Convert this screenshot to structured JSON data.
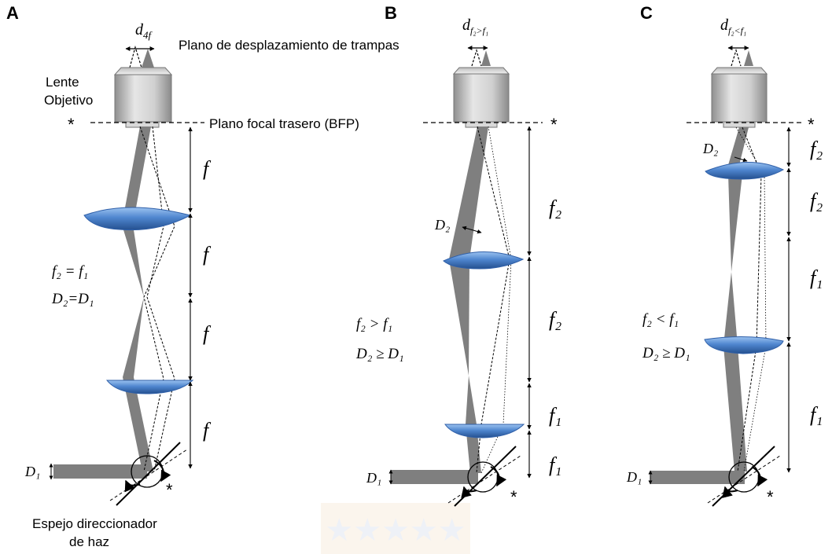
{
  "panels": [
    {
      "letter": "A",
      "top_label": "d",
      "top_sub": "4f",
      "note_top": "Plano de desplazamiento de trampas",
      "objective_label_1": "Lente",
      "objective_label_2": "Objetivo",
      "bfp_label": "Plano focal  trasero (BFP)",
      "star": "*",
      "eq_1": "f₂ = f₁",
      "eq_2": "D₂=D₁",
      "dims": [
        "f",
        "f",
        "f",
        "f"
      ],
      "d1": "D₁",
      "mirror_label_1": "Espejo direccionador",
      "mirror_label_2": "de haz"
    },
    {
      "letter": "B",
      "top_label": "d",
      "top_sub": "f₂>f₁",
      "star": "*",
      "d2": "D₂",
      "eq_1": "f₂ > f₁",
      "eq_2": "D₂ ≥ D₁",
      "dims": [
        "f₂",
        "f₂",
        "f₁",
        "f₁"
      ],
      "d1": "D₁"
    },
    {
      "letter": "C",
      "top_label": "d",
      "top_sub": "f₂<f₁",
      "star": "*",
      "d2": "D₂",
      "eq_1": "f₂ < f₁",
      "eq_2": "D₂ ≥ D₁",
      "dims": [
        "f₂",
        "f₂",
        "f₁",
        "f₁"
      ],
      "d1": "D₁"
    }
  ],
  "colors": {
    "beam": "#7f7f7f",
    "lens": "#4f86cf",
    "lens_dark": "#2f5fa8",
    "objective": "#c8c8c8"
  }
}
